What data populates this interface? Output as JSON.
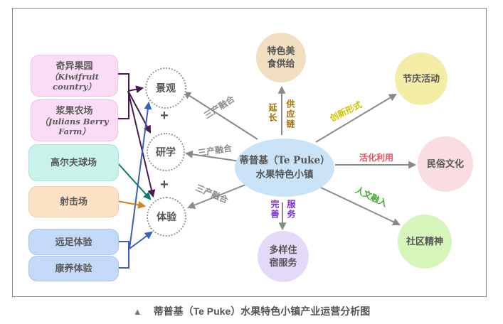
{
  "figure": {
    "caption_marker": "▲",
    "caption": "蒂普基（Te Puke）水果特色小镇产业运营分析图"
  },
  "center_node": {
    "line1": "蒂普基（Te Puke）",
    "line2": "水果特色小镇",
    "color": "#cbe3f7"
  },
  "source_boxes": [
    {
      "title": "奇异果园",
      "subtitle": "（Kiwifruit country）",
      "color": "#fbdcf6",
      "link_color": "#471a52"
    },
    {
      "title": "浆果农场",
      "subtitle": "（Julians Berry Farm）",
      "color": "#fbdcf6",
      "link_color": "#471a52"
    },
    {
      "title": "高尔夫球场",
      "color": "#c9f2eb",
      "link_color": "#0c7a6e"
    },
    {
      "title": "射击场",
      "color": "#fce1c4",
      "link_color": "#d18119"
    },
    {
      "title": "远足体验",
      "color": "#c5daf8",
      "link_color": "#3a5ec2"
    },
    {
      "title": "康养体验",
      "color": "#c5daf8",
      "link_color": "#3a5ec2"
    }
  ],
  "hub_nodes": [
    {
      "label": "景观"
    },
    {
      "label": "研学"
    },
    {
      "label": "体验"
    }
  ],
  "plus_sign": "+",
  "satellite_nodes": [
    {
      "line1": "特色美",
      "line2": "食供给",
      "color": "#f2dfc2"
    },
    {
      "line1": "节庆活动",
      "color": "#f4eda6"
    },
    {
      "line1": "民俗文化",
      "color": "#fadde0"
    },
    {
      "line1": "社区精神",
      "color": "#d6f5bb"
    },
    {
      "line1": "多样住",
      "line2": "宿服务",
      "color": "#e4daf8"
    }
  ],
  "edge_labels": {
    "fusion1": "三产融合",
    "fusion2": "三产融合",
    "fusion3": "三产融合",
    "extend": "延长",
    "supply_chain": "供应链",
    "innovation": "创新形式",
    "activation": "活化利用",
    "humanity": "人文融入",
    "improve": "完善",
    "service": "服务"
  },
  "colors": {
    "arrow_gray": "#8a8a8a",
    "arrow_purple": "#471a52",
    "arrow_blue": "#3a5ec2",
    "arrow_teal": "#0c7a6e",
    "arrow_orange": "#d18119",
    "label_gold": "#a07000",
    "label_yellow": "#cec300",
    "label_red": "#e05563",
    "label_green": "#49a53a",
    "label_violet": "#7a2fd8"
  }
}
